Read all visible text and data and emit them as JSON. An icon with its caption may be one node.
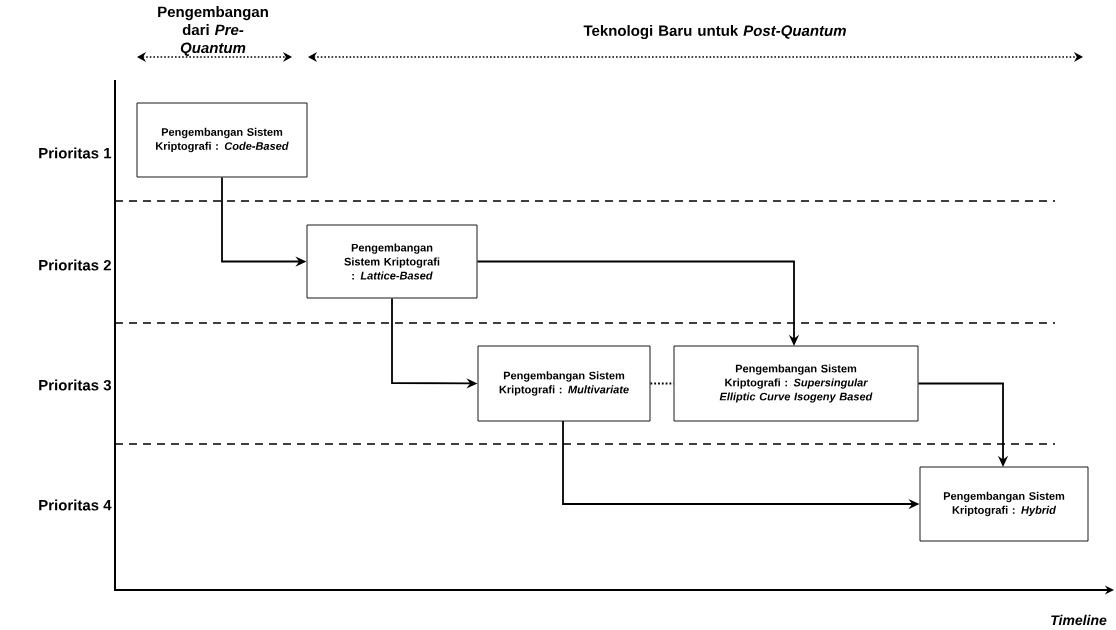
{
  "diagram": {
    "nodes": [
      {
        "text": [
          "Pengembangan Sistem Kriptografi : *Code-Based*"
        ]
      },
      {
        "text": [
          "Pengembangan Sistem Kriptografi : *Lattice-Based*"
        ]
      },
      {
        "text": [
          "Pengembangan Sistem Kriptografi : *Multivariate*"
        ]
      },
      {
        "text": [
          "Pengembangan Sistem Kriptografi : *Supersingular Elliptic Curve Isogeny Based*"
        ]
      },
      {
        "text": [
          "Pengembangan Sistem Kriptografi : *Hybrid*"
        ]
      }
    ],
    "edges": [
      {
        "from": 0,
        "to": 1,
        "arrow": "to"
      },
      {
        "from": 1,
        "to": 2,
        "arrow": "to"
      },
      {
        "from": 1,
        "to": 3,
        "arrow": "to"
      },
      {
        "from": 2,
        "to": 3,
        "arrow": "none",
        "style": "dashed"
      },
      {
        "from": 3,
        "to": 4,
        "arrow": "to"
      },
      {
        "from": 2,
        "to": 4,
        "arrow": "to"
      }
    ],
    "labels": [
      "Pengembangan dari *Pre-Quantum*",
      "Teknologi Baru untuk *Post-Quantum*",
      "Prioritas 1",
      "Prioritas 2",
      "Prioritas 3",
      "Prioritas 4",
      "Timeline"
    ]
  }
}
